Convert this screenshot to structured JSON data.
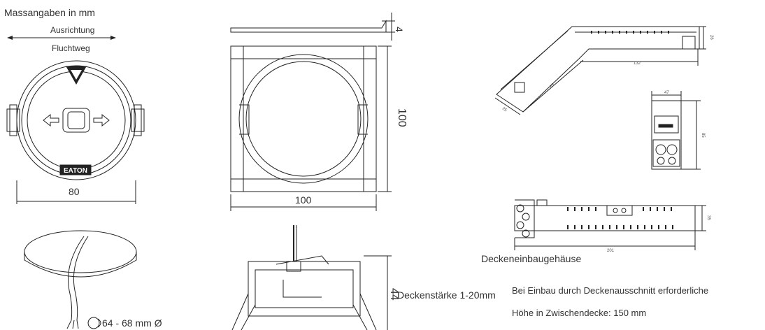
{
  "labels": {
    "massangaben": "Massangaben in mm",
    "ausrichtung": "Ausrichtung",
    "fluchtweg": "Fluchtweg",
    "dim_80": "80",
    "dim_100_w": "100",
    "dim_100_h": "100",
    "dim_4": "4",
    "dim_44": "44",
    "deckenstaerke": "Deckenstärke 1-20mm",
    "bohrung": "64 - 68 mm  Ø",
    "deckeneinbaugehaeuse": "Deckeneinbaugehäuse",
    "einbau_line1": "Bei Einbau durch Deckenausschnitt erforderliche",
    "einbau_line2": "Höhe in Zwischendecke: 150 mm",
    "brand": "EATON"
  },
  "small_dims": {
    "d26": "26",
    "d132": "132",
    "d85a": "85",
    "d25": "25",
    "d47": "47",
    "d85b": "85",
    "d35": "35",
    "d201": "201"
  }
}
